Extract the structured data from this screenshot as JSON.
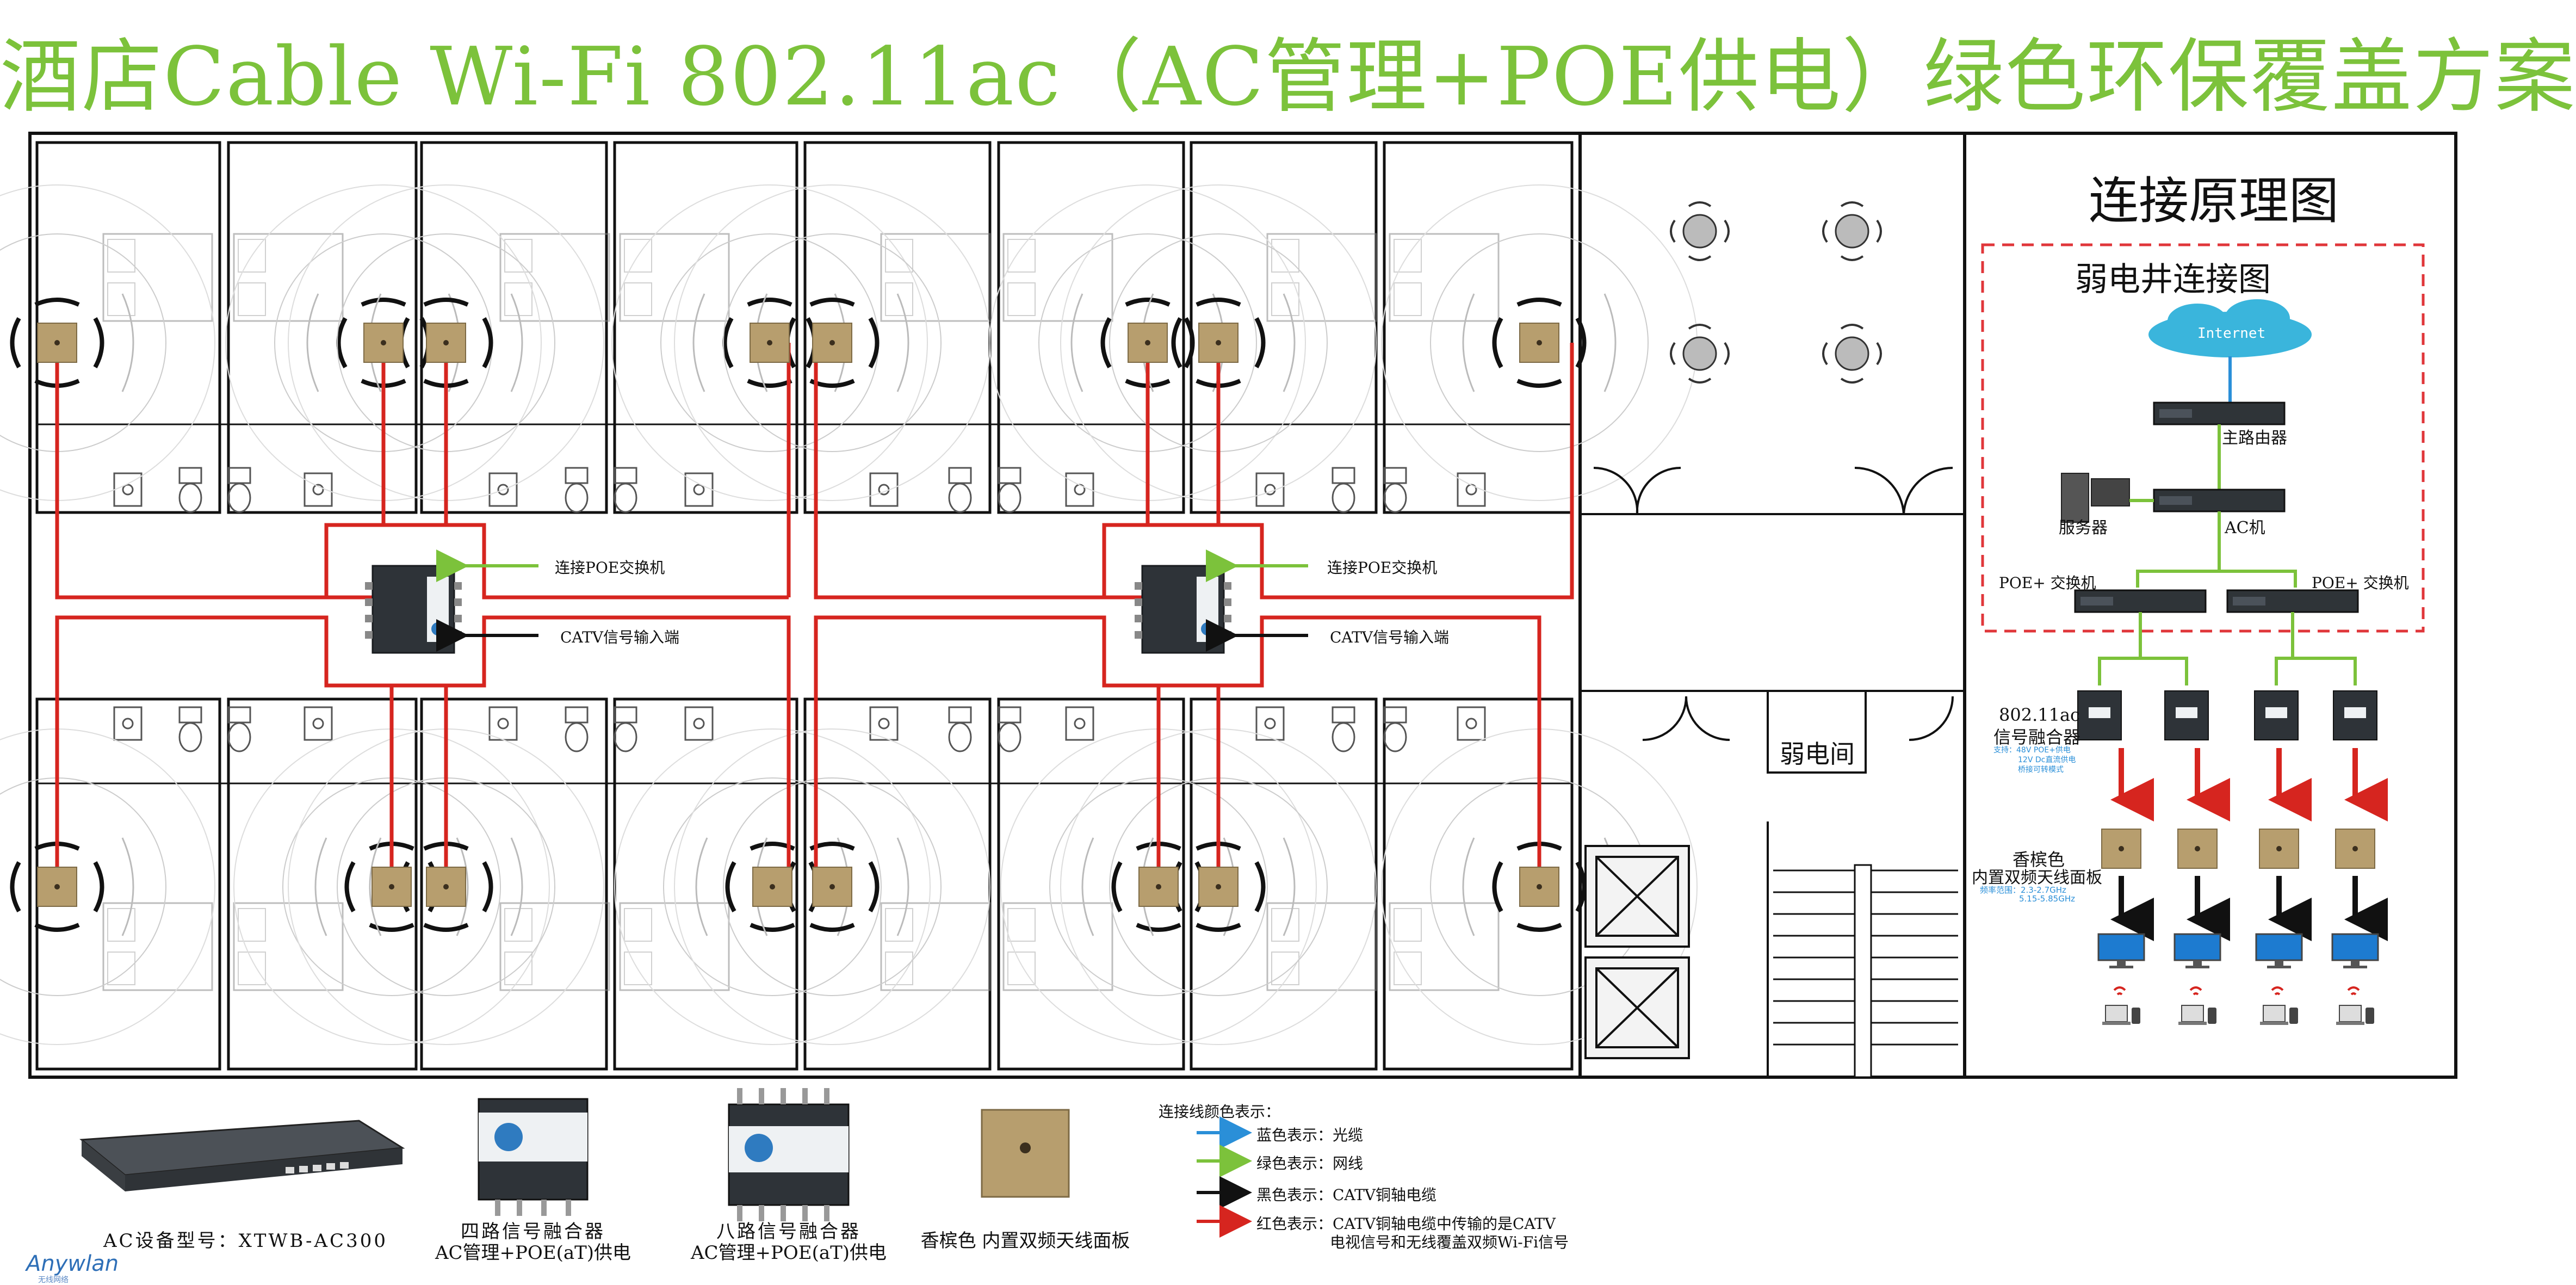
{
  "title": "酒店Cable Wi-Fi 802.11ac（AC管理+POE供电）绿色环保覆盖方案",
  "floorplan": {
    "callouts": {
      "poe_switch": "连接POE交换机",
      "catv_input": "CATV信号输入端"
    },
    "weak_room": "弱电间"
  },
  "principle": {
    "title": "连接原理图",
    "box_title": "弱电井连接图",
    "internet": "Internet",
    "router": "主路由器",
    "server": "服务器",
    "ac": "AC机",
    "poe_switch_left": "POE+ 交换机",
    "poe_switch_right": "POE+ 交换机",
    "fuser_title_1": "802.11ac",
    "fuser_title_2": "信号融合器",
    "fuser_spec_1": "支持：48V POE+供电",
    "fuser_spec_2": "12V Dc直流供电",
    "fuser_spec_3": "桥接可转模式",
    "panel_title_1": "香槟色",
    "panel_title_2": "内置双频天线面板",
    "freq_1": "频率范围：2.3-2.7GHz",
    "freq_2": "5.15-5.85GHz"
  },
  "bottom": {
    "ac_caption": "AC设备型号：XTWB-AC300",
    "four_caption_1": "四路信号融合器",
    "four_caption_2": "AC管理+POE(aT)供电",
    "eight_caption_1": "八路信号融合器",
    "eight_caption_2": "AC管理+POE(aT)供电",
    "panel_caption": "香槟色 内置双频天线面板",
    "legend_title": "连接线颜色表示：",
    "legend_blue": "蓝色表示：光缆",
    "legend_green": "绿色表示：网线",
    "legend_black": "黑色表示：CATV铜轴电缆",
    "legend_red_1": "红色表示：CATV铜轴电缆中传输的是CATV",
    "legend_red_2": "电视信号和无线覆盖双频Wi-Fi信号"
  },
  "logo": "Anywlan",
  "logo_sub": "无线网络",
  "colors": {
    "title": "#7cc23b",
    "red_line": "#d6251f",
    "green_line": "#7cc23b",
    "blue_line": "#2a8fd8",
    "panel": "#b79e6e",
    "dash_box": "#e0363a"
  }
}
